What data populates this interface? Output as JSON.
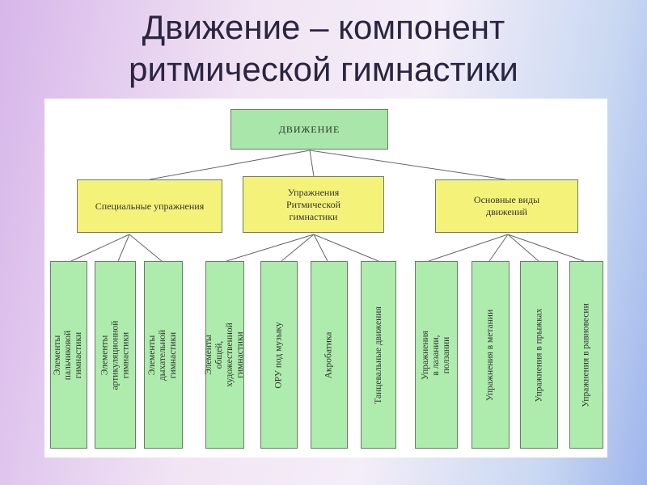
{
  "title": {
    "line1": "Движение – компонент",
    "line2": "ритмической гимнастики"
  },
  "diagram": {
    "root": "ДВИЖЕНИЕ",
    "groups": [
      {
        "label": "Специальные упражнения",
        "children": [
          "Элементы пальчиковой гимнастики",
          "Элементы артикуляционной гимнастики",
          "Элементы дыхательной гимнастики"
        ]
      },
      {
        "label": "Упражнения Ритмической гимнастики",
        "children": [
          "Элементы общей, художественной гимнастики",
          "ОРУ под музыку",
          "Акробатика",
          "Танцевальные движения"
        ]
      },
      {
        "label": "Основные виды движений",
        "children": [
          "Упражнения в лазании, ползании",
          "Упражнения в метании",
          "Упражнения в прыжках",
          "Упражнения в равновесии"
        ]
      }
    ]
  }
}
